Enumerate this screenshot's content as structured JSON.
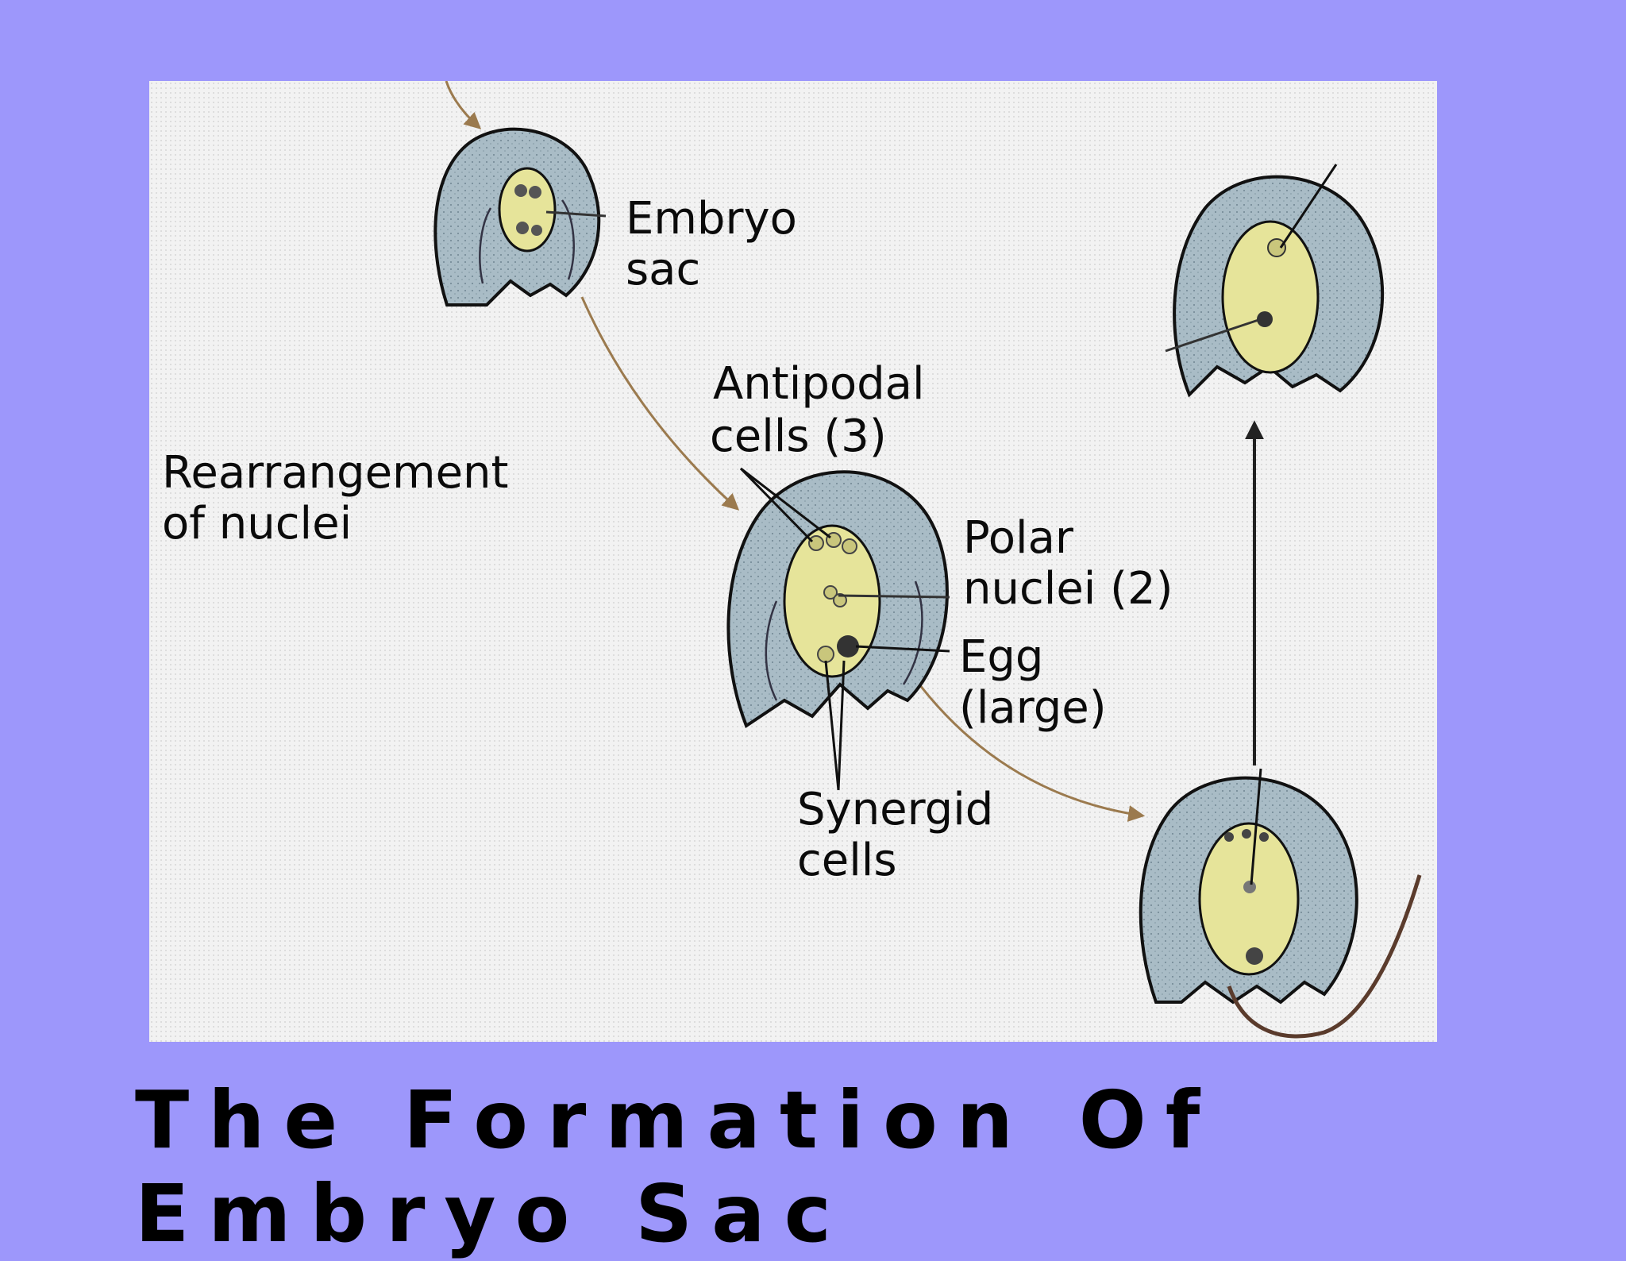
{
  "slide": {
    "title": "The Formation Of Embryo Sac"
  },
  "diagram": {
    "labels": {
      "embryo_sac": [
        "Embryo",
        "sac"
      ],
      "rearrangement": [
        "Rearrangement",
        "of nuclei"
      ],
      "antipodal": [
        "Antipodal",
        "cells (3)"
      ],
      "polar": [
        "Polar",
        "nuclei (2)"
      ],
      "egg": [
        "Egg",
        "(large)"
      ],
      "synergid": [
        "Synergid",
        "cells"
      ]
    },
    "colors": {
      "background": "#9d97fb",
      "panel": "#f1f1f1",
      "integument": "#a9bcc6",
      "sac": "#e6e49a",
      "arrow": "#9b7a4e",
      "outline": "#111111"
    }
  }
}
